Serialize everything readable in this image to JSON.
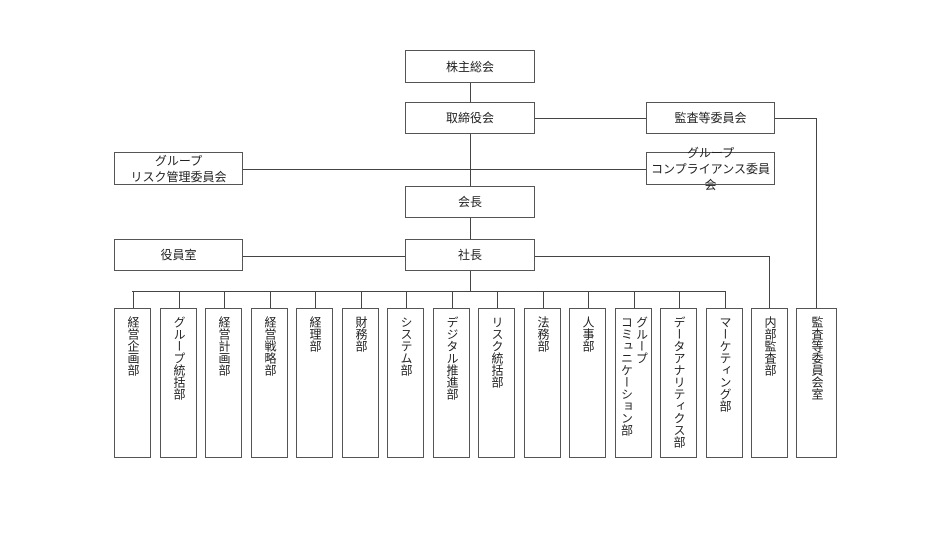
{
  "top_boxes": {
    "shareholders": "株主総会",
    "board": "取締役会",
    "audit_committee": "監査等委員会",
    "risk_committee": [
      "グループ",
      "リスク管理委員会"
    ],
    "compliance_committee": [
      "グループ",
      "コンプライアンス委員会"
    ],
    "chairman": "会長",
    "executive_office": "役員室",
    "president": "社長"
  },
  "departments": [
    "経営企画部",
    "グループ統括部",
    "経営計画部",
    "経営戦略部",
    "経理部",
    "財務部",
    "システム部",
    "デジタル推進部",
    "リスク統括部",
    "法務部",
    "人事部",
    "グループ\nコミュニケーション部",
    "データアナリティクス部",
    "マーケティング部"
  ],
  "internal_audit": "内部監査部",
  "audit_committee_office": "監査等委員会室"
}
